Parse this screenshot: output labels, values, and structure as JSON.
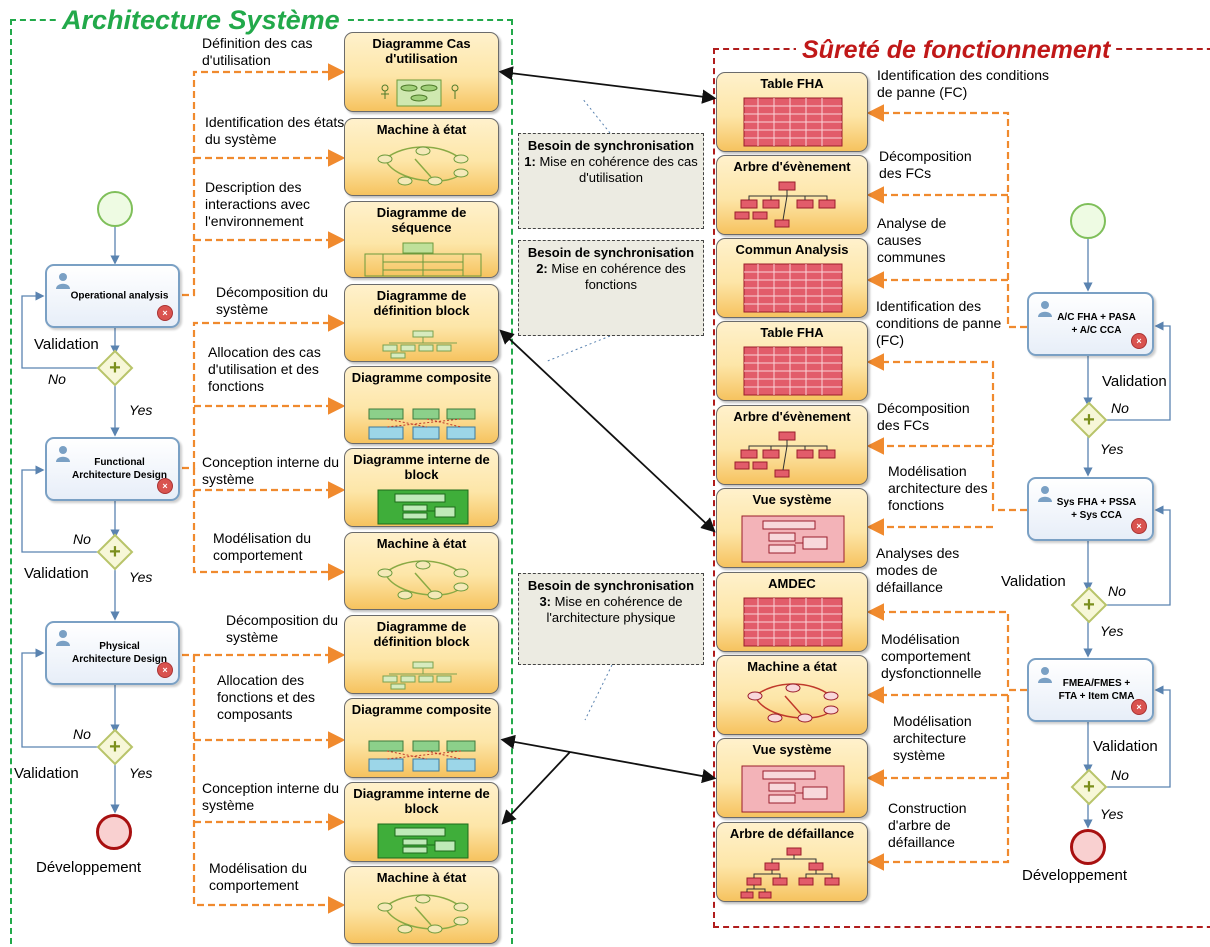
{
  "panels": {
    "left_title": "Architecture Système",
    "right_title": "Sûreté de fonctionnement"
  },
  "colors": {
    "left_border": "#22a94a",
    "right_border": "#b01c1c",
    "arrow_orange": "#f08a2e",
    "process_border": "#7aa0c4"
  },
  "left_boxes": [
    {
      "title": "Diagramme Cas d'utilisation",
      "icon": "usecase-icon"
    },
    {
      "title": "Machine à état",
      "icon": "statemachine-icon"
    },
    {
      "title": "Diagramme de séquence",
      "icon": "sequence-icon"
    },
    {
      "title": "Diagramme de définition block",
      "icon": "bdd-icon"
    },
    {
      "title": "Diagramme composite",
      "icon": "composite-icon"
    },
    {
      "title": "Diagramme interne de block",
      "icon": "ibd-icon"
    },
    {
      "title": "Machine à état",
      "icon": "statemachine-icon"
    },
    {
      "title": "Diagramme de définition block",
      "icon": "bdd-icon"
    },
    {
      "title": "Diagramme composite",
      "icon": "composite-icon"
    },
    {
      "title": "Diagramme interne de block",
      "icon": "ibd-icon"
    },
    {
      "title": "Machine à état",
      "icon": "statemachine-icon"
    }
  ],
  "right_boxes": [
    {
      "title": "Table FHA",
      "icon": "table-icon"
    },
    {
      "title": "Arbre d'évènement",
      "icon": "eventtree-icon"
    },
    {
      "title": "Commun Analysis",
      "icon": "table-icon"
    },
    {
      "title": "Table FHA",
      "icon": "table-icon"
    },
    {
      "title": "Arbre d'évènement",
      "icon": "eventtree-icon"
    },
    {
      "title": "Vue système",
      "icon": "systemview-icon"
    },
    {
      "title": "AMDEC",
      "icon": "table-icon"
    },
    {
      "title": "Machine a état",
      "icon": "statemachine-red-icon"
    },
    {
      "title": "Vue système",
      "icon": "systemview-icon"
    },
    {
      "title": "Arbre de défaillance",
      "icon": "faulttree-icon"
    }
  ],
  "left_labels": [
    "Définition des cas d'utilisation",
    "Identification des états du système",
    "Description des interactions avec l'environnement",
    "Décomposition du système",
    "Allocation des cas d'utilisation et des fonctions",
    "Conception interne du système",
    "Modélisation du comportement",
    "Décomposition du système",
    "Allocation des fonctions et des composants",
    "Conception interne du système",
    "Modélisation du comportement"
  ],
  "right_labels": [
    "Identification des conditions de panne (FC)",
    "Décomposition des FCs",
    "Analyse de causes communes",
    "Identification des conditions de panne (FC)",
    "Décomposition des FCs",
    "Modélisation architecture des fonctions",
    "Analyses des modes de défaillance",
    "Modélisation comportement dysfonctionnelle",
    "Modélisation architecture système",
    "Construction d'arbre de défaillance"
  ],
  "sync_notes": [
    {
      "bold": "Besoin de synchronisation 1:",
      "text": "Mise en cohérence des cas d'utilisation"
    },
    {
      "bold": "Besoin de synchronisation 2:",
      "text": "Mise en cohérence des fonctions"
    },
    {
      "bold": "Besoin de synchronisation 3:",
      "text": "Mise en cohérence de l'architecture physique"
    }
  ],
  "left_process": [
    "Operational analysis",
    "Functional Architecture Design",
    "Physical Architecture Design"
  ],
  "right_process": [
    "A/C FHA + PASA + A/C CCA",
    "Sys FHA + PSSA + Sys CCA",
    "FMEA/FMES + FTA + Item CMA"
  ],
  "flow_words": {
    "validation": "Validation",
    "no": "No",
    "yes": "Yes",
    "end": "Développement"
  }
}
